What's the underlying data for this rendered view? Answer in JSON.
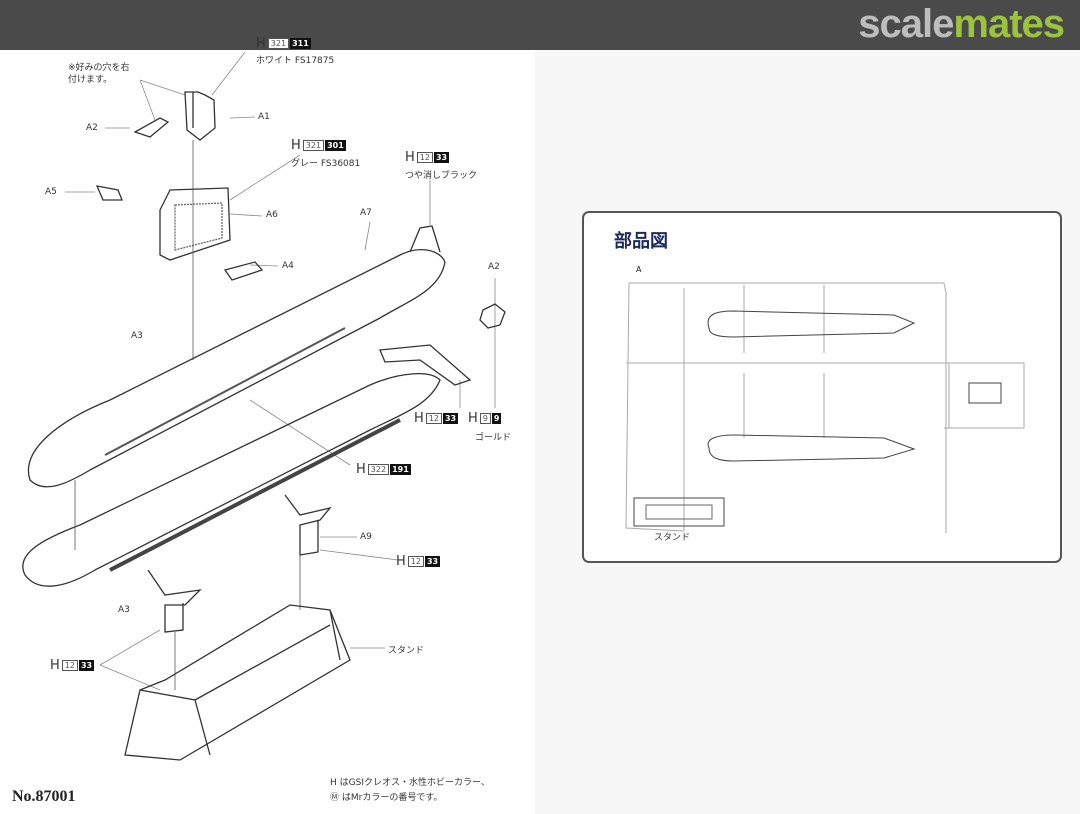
{
  "watermark": {
    "part1": "scale",
    "part2": "mates"
  },
  "instructions": {
    "note_hole": [
      "※好みの穴を右",
      "付けます。"
    ],
    "part_labels": {
      "a1": "A1",
      "a2_top": "A2",
      "a5": "A5",
      "a6": "A6",
      "a4": "A4",
      "a7": "A7",
      "a3_hull": "A3",
      "a2_right": "A2",
      "a9": "A9",
      "a3_stand": "A3",
      "stand": "スタンド"
    },
    "paints": [
      {
        "id": "white",
        "h": "H",
        "code1": "321",
        "code2": "311",
        "name": "ホワイト FS17875"
      },
      {
        "id": "grey",
        "h": "H",
        "code1": "321",
        "code2": "301",
        "name": "グレー FS36081"
      },
      {
        "id": "black",
        "h": "H",
        "code1": "12",
        "code2": "33",
        "name": "つや消しブラック"
      },
      {
        "id": "black2",
        "h": "H",
        "code1": "12",
        "code2": "33",
        "name": ""
      },
      {
        "id": "gold",
        "h": "H",
        "code1": "9",
        "code2": "9",
        "name": "ゴールド"
      },
      {
        "id": "hull",
        "h": "H",
        "code1": "322",
        "code2": "191",
        "name": ""
      },
      {
        "id": "a9",
        "h": "H",
        "code1": "12",
        "code2": "33",
        "name": ""
      },
      {
        "id": "stand",
        "h": "H",
        "code1": "12",
        "code2": "33",
        "name": ""
      }
    ],
    "kit_number": "No.87001",
    "footnote": [
      "H はGSIクレオス・水性ホビーカラー、",
      "Ⓜ はMrカラーの番号です。"
    ]
  },
  "parts_diagram": {
    "title": "部品図",
    "runner": "A",
    "stand_label": "スタンド"
  },
  "colors": {
    "topbar": "#4a4a4a",
    "watermark_grey": "#bdbdbd",
    "watermark_green": "#9bc33c",
    "title_navy": "#1d2a5c"
  }
}
